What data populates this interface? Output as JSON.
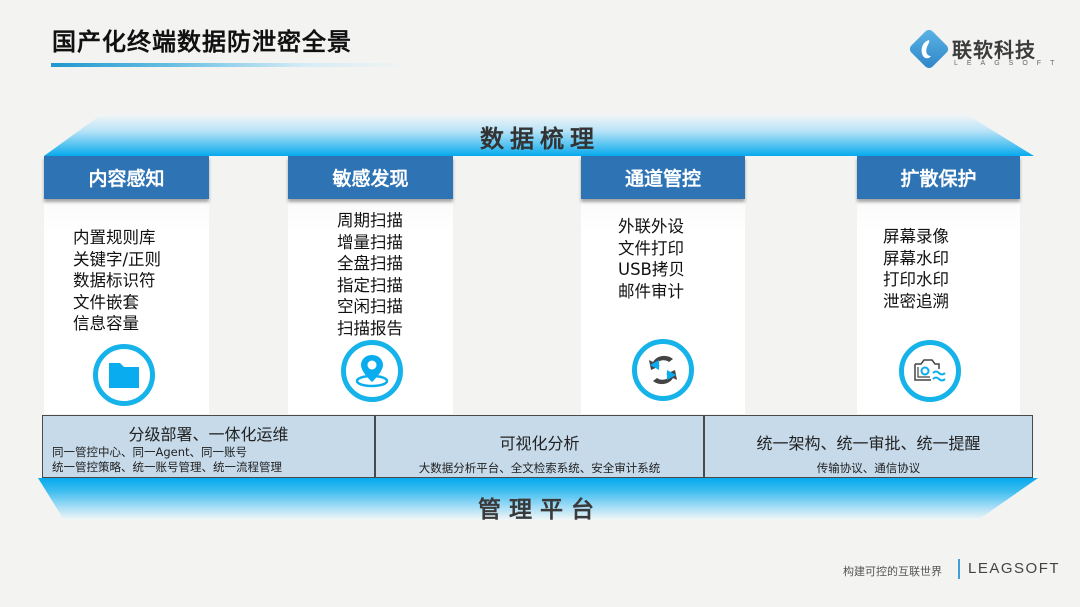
{
  "header": {
    "title": "国产化终端数据防泄密全景",
    "logo": {
      "name": "联软科技",
      "subtext": "LEAGSOFT",
      "icon": "leagsoft-logo-icon"
    }
  },
  "banner_top": {
    "label": "数据梳理"
  },
  "cards": [
    {
      "title": "内容感知",
      "items": [
        "内置规则库",
        "关键字/正则",
        "数据标识符",
        "文件嵌套",
        "信息容量"
      ],
      "icon": "folder-icon"
    },
    {
      "title": "敏感发现",
      "items": [
        "周期扫描",
        "增量扫描",
        "全盘扫描",
        "指定扫描",
        "空闲扫描",
        "扫描报告"
      ],
      "icon": "location-pin-icon"
    },
    {
      "title": "通道管控",
      "items": [
        "外联外设",
        "文件打印",
        "USB拷贝",
        "邮件审计"
      ],
      "icon": "sync-arrows-icon"
    },
    {
      "title": "扩散保护",
      "items": [
        "屏幕录像",
        "屏幕水印",
        "打印水印",
        "泄密追溯"
      ],
      "icon": "camera-watermark-icon"
    }
  ],
  "modules": [
    {
      "title": "分级部署、一体化运维",
      "lines": [
        "同一管控中心、同一Agent、同一账号",
        "统一管控策略、统一账号管理、统一流程管理"
      ]
    },
    {
      "title": "可视化分析",
      "lines": [
        "大数据分析平台、全文检索系统、安全审计系统"
      ]
    },
    {
      "title": "统一架构、统一审批、统一提醒",
      "lines": [
        "传输协议、通信协议"
      ]
    }
  ],
  "banner_bottom": {
    "label": "管理平台"
  },
  "footer": {
    "slogan": "构建可控的互联世界",
    "brand": "LEAGSOFT"
  },
  "colors": {
    "header_blue": "#2e74b5",
    "accent_cyan": "#16b3ea",
    "module_bg": "#c6daea",
    "background": "#f3f4f2"
  }
}
